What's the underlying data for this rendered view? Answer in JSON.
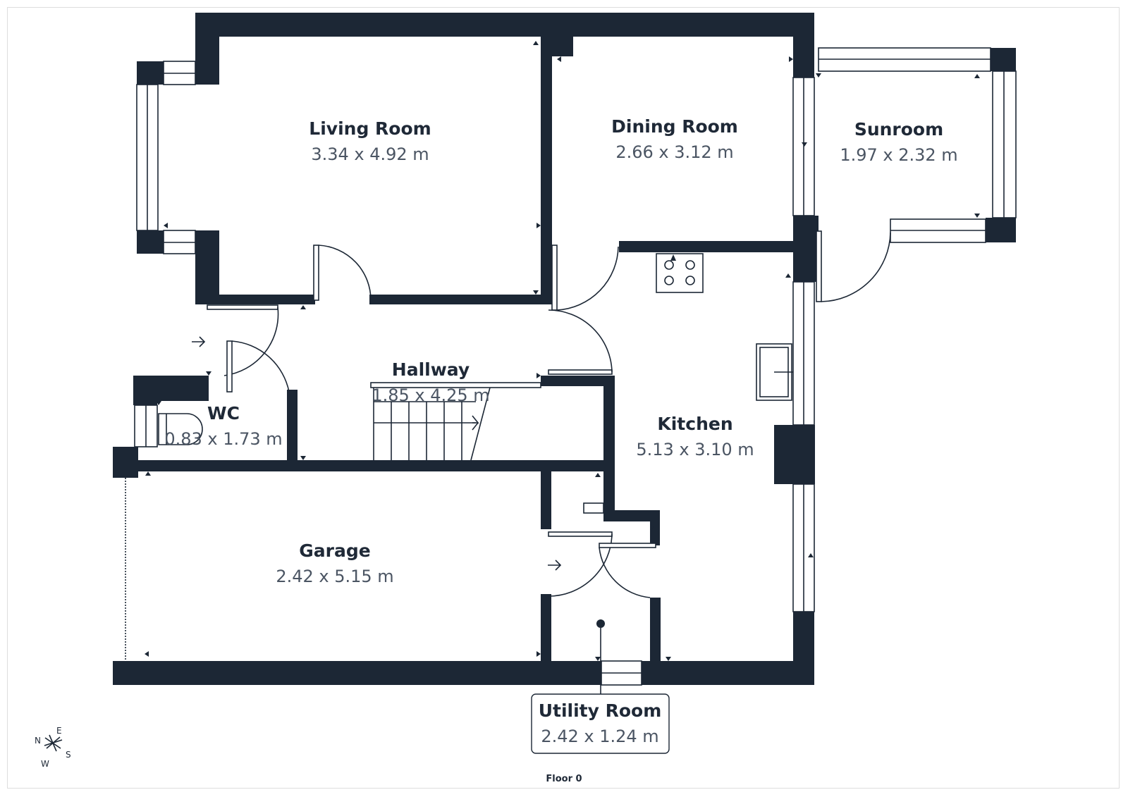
{
  "rooms": {
    "living": {
      "name": "Living Room",
      "dims": "3.34 x 4.92 m"
    },
    "dining": {
      "name": "Dining Room",
      "dims": "2.66 x 3.12 m"
    },
    "sunroom": {
      "name": "Sunroom",
      "dims": "1.97 x 2.32 m"
    },
    "hallway": {
      "name": "Hallway",
      "dims": "1.85 x 4.25 m"
    },
    "wc": {
      "name": "WC",
      "dims": "0.83 x 1.73 m"
    },
    "kitchen": {
      "name": "Kitchen",
      "dims": "5.13 x 3.10 m"
    },
    "garage": {
      "name": "Garage",
      "dims": "2.42 x 5.15 m"
    },
    "utility": {
      "name": "Utility Room",
      "dims": "2.42 x 1.24 m"
    }
  },
  "floor_label": "Floor 0",
  "compass": {
    "n": "N",
    "e": "E",
    "s": "S",
    "w": "W"
  },
  "colors": {
    "wall": "#1c2735",
    "text": "#1f2937",
    "dims": "#4b5563"
  }
}
